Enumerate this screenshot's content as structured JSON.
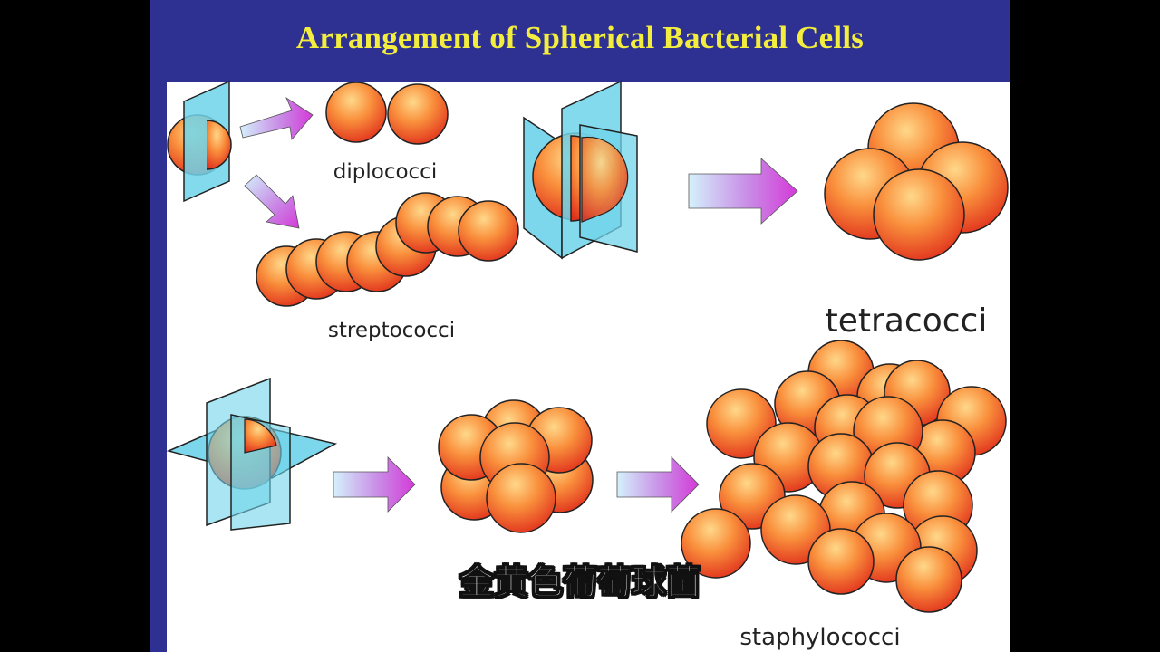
{
  "slide": {
    "title": "Arrangement of  Spherical Bacterial Cells"
  },
  "labels": {
    "diplococci": "diplococci",
    "streptococci": "streptococci",
    "tetracocci": "tetracocci",
    "staphylococci": "staphylococci"
  },
  "subtitle": "金黄色葡萄球菌",
  "colors": {
    "slide_bg": "#2e3192",
    "title": "#f3ee3e",
    "plane": "#6fd3ea",
    "arrow_start": "#cfeef8",
    "arrow_end": "#d43ad8",
    "cell_light": "#ffd88a",
    "cell_dark": "#e8351f"
  }
}
